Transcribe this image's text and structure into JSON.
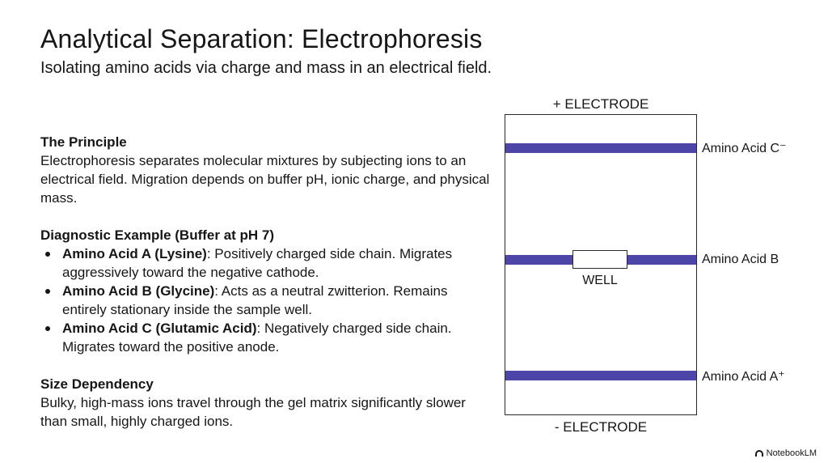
{
  "header": {
    "title": "Analytical Separation: Electrophoresis",
    "subtitle": "Isolating amino acids via charge and mass in an electrical field."
  },
  "principle": {
    "heading": "The Principle",
    "body": "Electrophoresis separates molecular mixtures by subjecting ions to an electrical field. Migration depends on buffer pH, ionic charge, and physical mass."
  },
  "example": {
    "heading": "Diagnostic Example (Buffer at pH 7)",
    "items": [
      {
        "label": "Amino Acid A (Lysine)",
        "text": ": Positively charged side chain. Migrates aggressively toward the negative cathode."
      },
      {
        "label": "Amino Acid B (Glycine)",
        "text": ": Acts as a neutral zwitterion. Remains entirely stationary inside the sample well."
      },
      {
        "label": "Amino Acid C (Glutamic Acid)",
        "text": ": Negatively charged side chain. Migrates toward the positive anode."
      }
    ]
  },
  "size": {
    "heading": "Size Dependency",
    "body": "Bulky, high-mass ions travel through the gel matrix significantly slower than small, highly charged ions."
  },
  "diagram": {
    "top_electrode": "+ ELECTRODE",
    "bottom_electrode": "- ELECTRODE",
    "well_label": "WELL",
    "band_color": "#4d45a8",
    "bands": [
      {
        "label": "Amino Acid C⁻"
      },
      {
        "label": "Amino Acid B"
      },
      {
        "label": "Amino Acid A⁺"
      }
    ]
  },
  "branding": {
    "label": "NotebookLM"
  }
}
